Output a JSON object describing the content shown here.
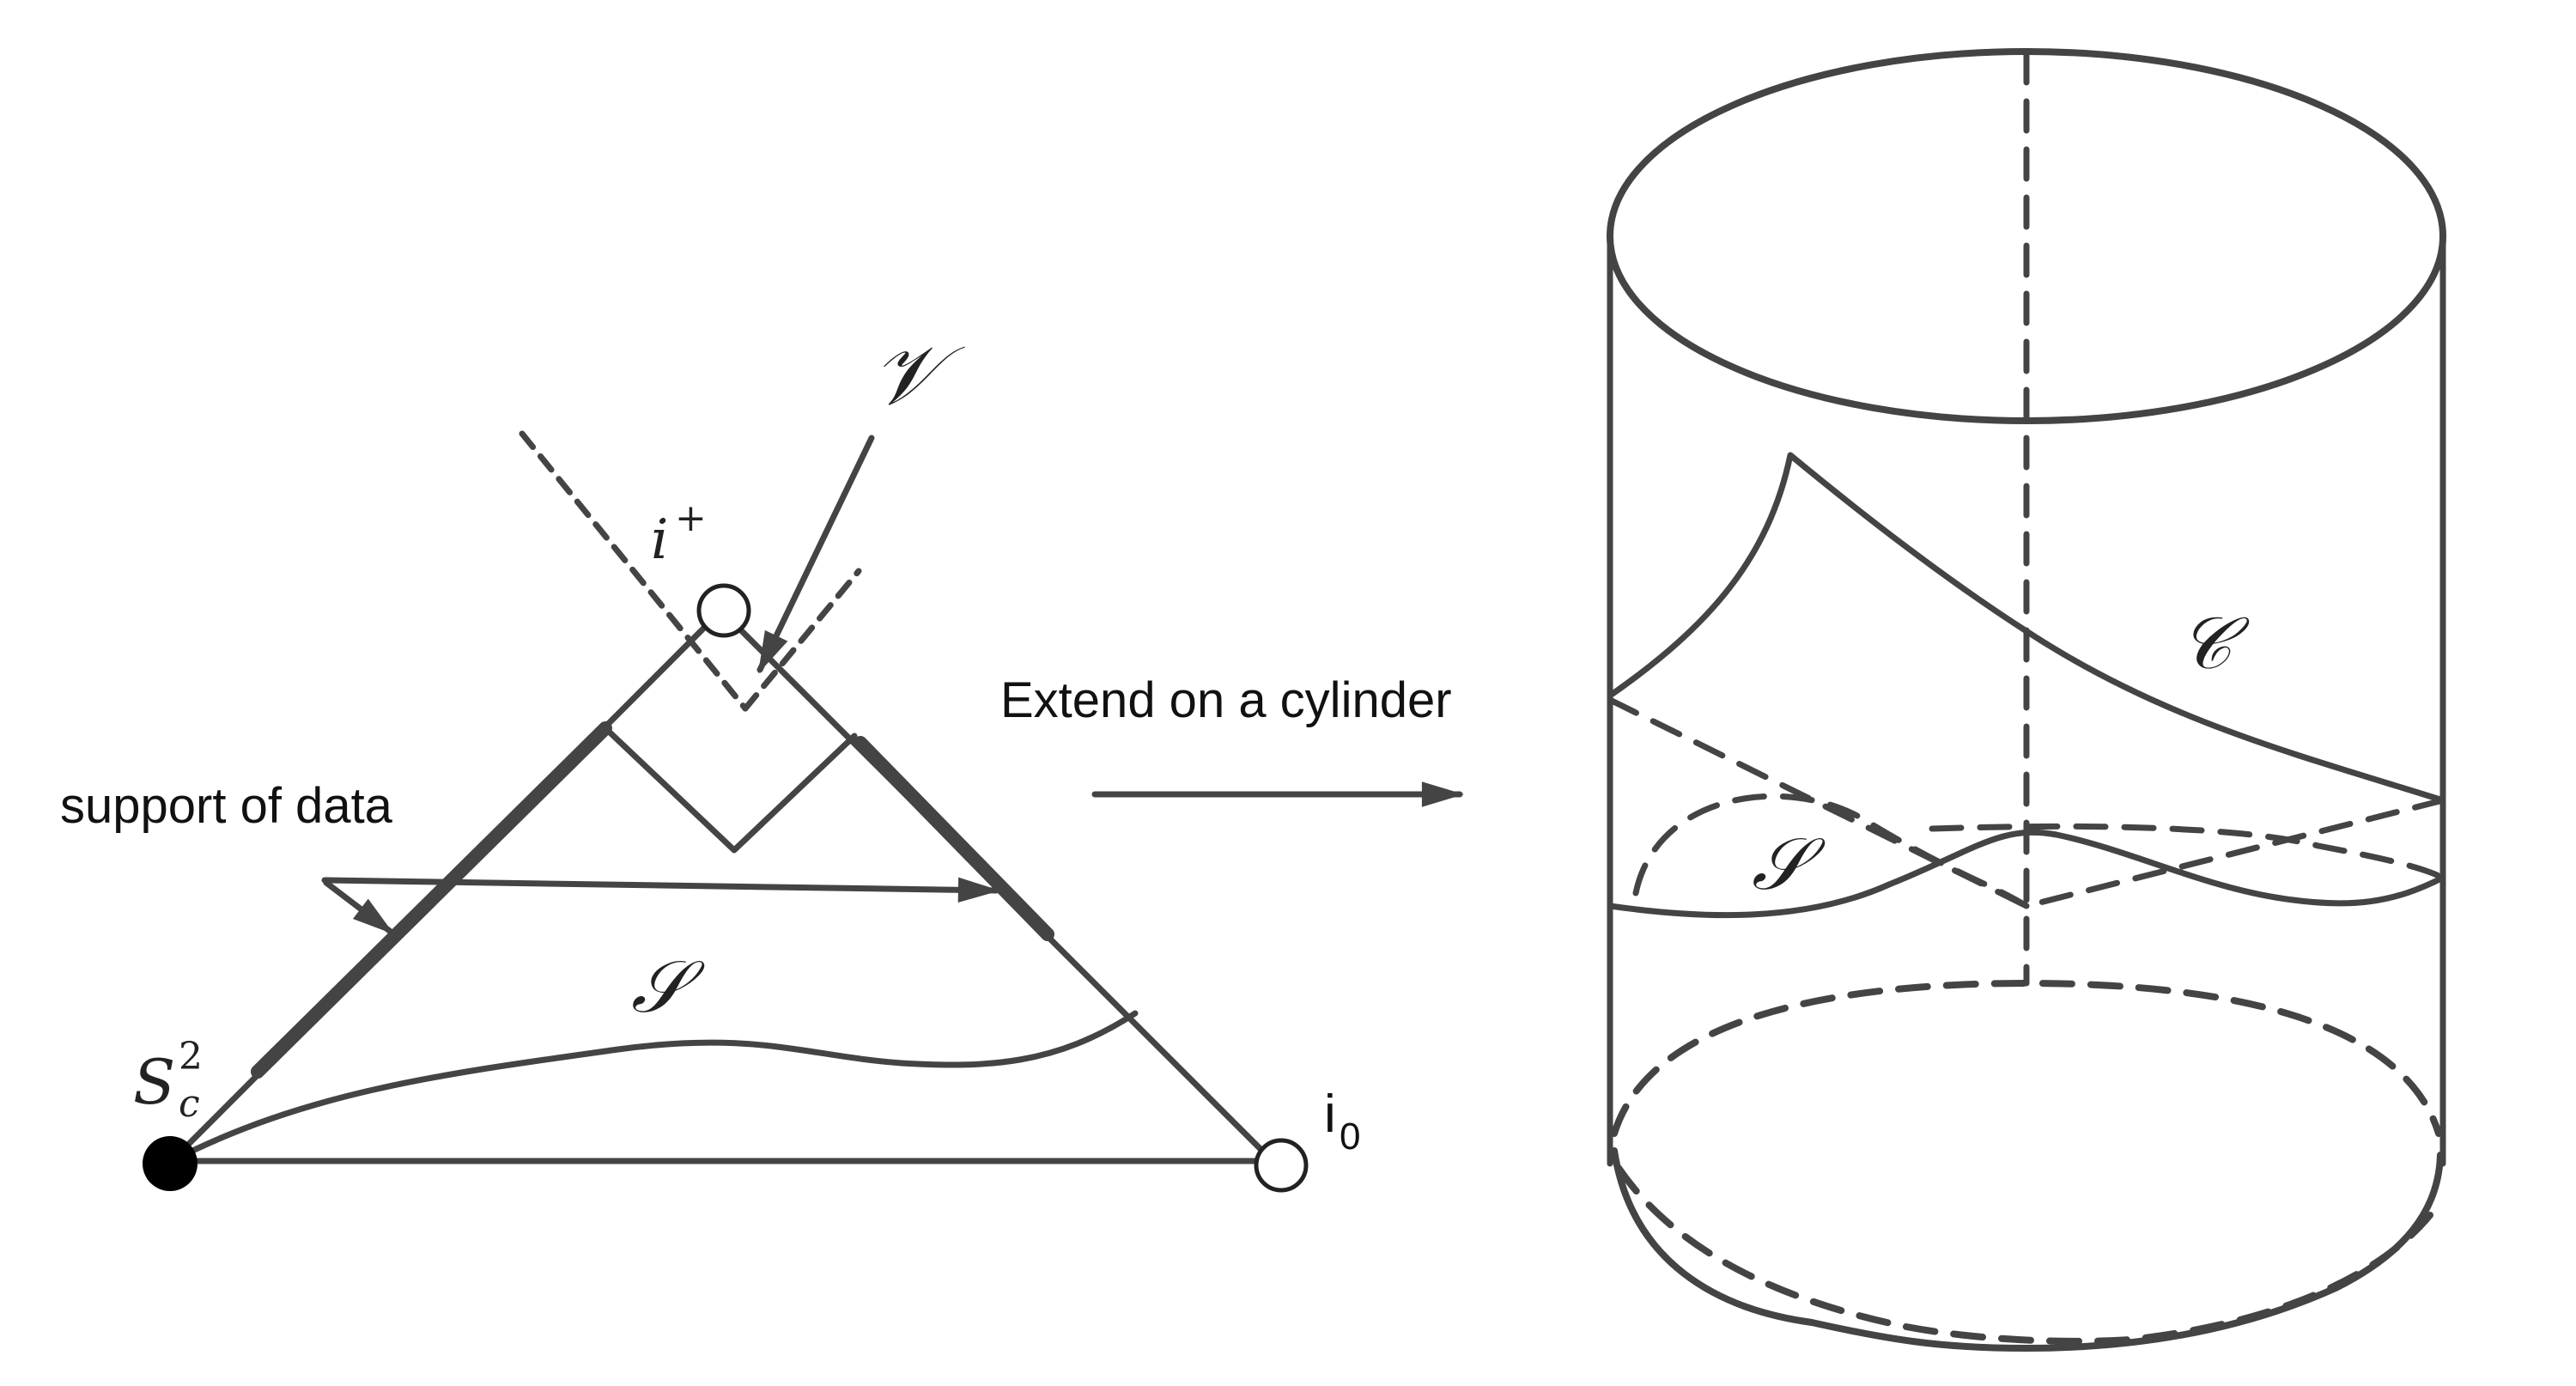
{
  "labels": {
    "i_plus": "i",
    "i_plus_sup": "+",
    "V": "𝒱",
    "support": "support of data",
    "S_left": "𝒮",
    "S_c": "S",
    "S_c_sup": "2",
    "S_c_sub": "c",
    "i0": "i",
    "i0_sub": "0",
    "extend": "Extend on a cylinder",
    "C": "𝒞",
    "S_right": "𝒮"
  },
  "colors": {
    "line": "#444444",
    "thick": "#222222",
    "fill_point": "#000000",
    "open_point": "#ffffff"
  },
  "icons": {
    "filled_point": "filled-circle",
    "open_point": "open-circle",
    "arrow": "arrowhead"
  }
}
